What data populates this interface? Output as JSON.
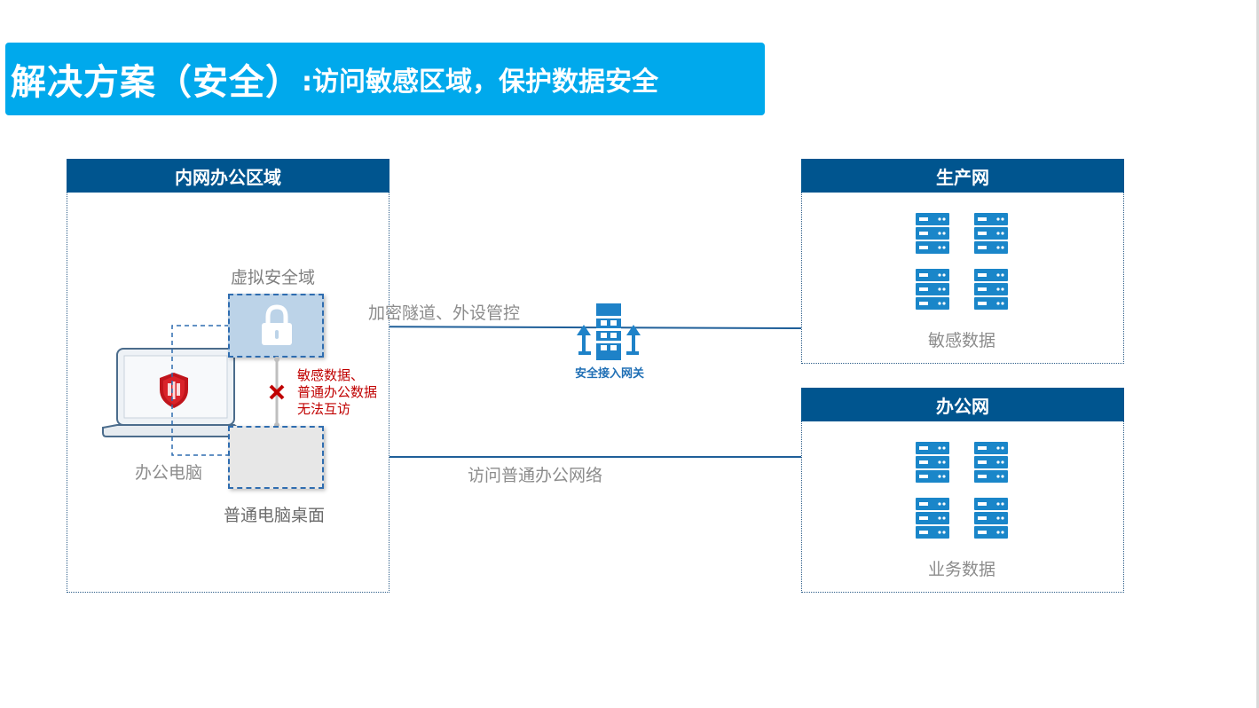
{
  "title": {
    "main": "解决方案（安全）",
    "sub": ":访问敏感区域，保护数据安全"
  },
  "intranet": {
    "header": "内网办公区域",
    "virtual_domain_label": "虚拟安全域",
    "pc_label": "办公电脑",
    "desktop_label": "普通电脑桌面",
    "block_note": [
      "敏感数据、",
      "普通办公数据",
      "无法互访"
    ]
  },
  "gateway": {
    "label": "安全接入网关",
    "tunnel_label": "加密隧道、外设管控",
    "office_link_label": "访问普通办公网络"
  },
  "production": {
    "header": "生产网",
    "data_label": "敏感数据"
  },
  "office_net": {
    "header": "办公网",
    "data_label": "业务数据"
  },
  "colors": {
    "banner": "#00a9ec",
    "header": "#00558f",
    "link": "#1f5f99",
    "server": "#1a86c9",
    "block": "#c00000"
  },
  "icons": [
    "lock-icon",
    "shield-icon",
    "laptop-icon",
    "gateway-icon",
    "server-icon",
    "blocked-x-icon"
  ]
}
